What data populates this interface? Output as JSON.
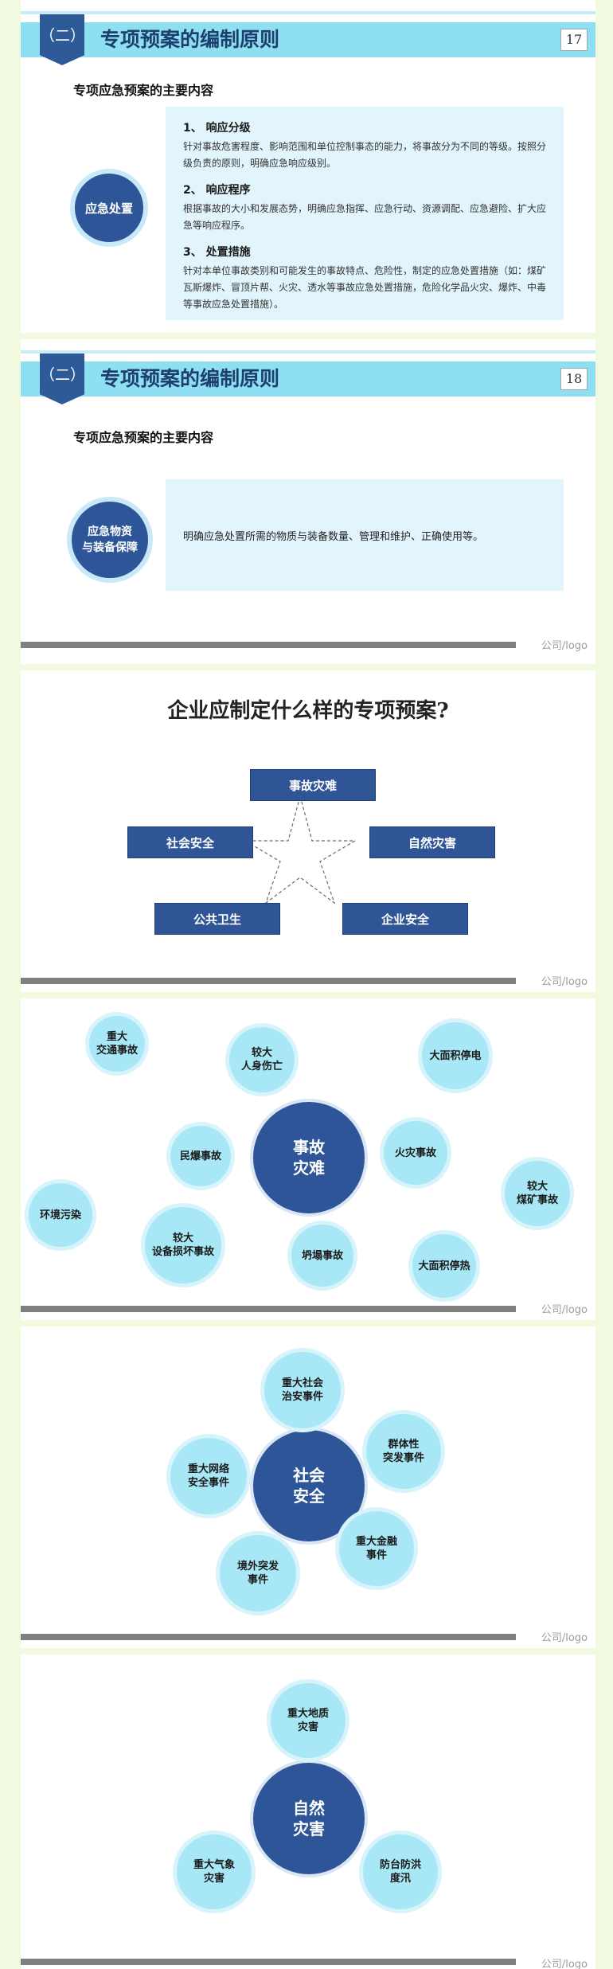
{
  "slide1": {
    "badge": "（二）",
    "title": "专项预案的编制原则",
    "page_number": "17",
    "subtitle": "专项应急预案的主要内容",
    "circle_label": "应急处置",
    "items": [
      {
        "heading": "1、 响应分级",
        "text": "针对事故危害程度、影响范围和单位控制事态的能力，将事故分为不同的等级。按照分级负责的原则，明确应急响应级别。"
      },
      {
        "heading": "2、 响应程序",
        "text": "根据事故的大小和发展态势，明确应急指挥、应急行动、资源调配、应急避险、扩大应急等响应程序。"
      },
      {
        "heading": "3、 处置措施",
        "text": "针对本单位事故类别和可能发生的事故特点、危险性，制定的应急处置措施（如：煤矿瓦斯爆炸、冒顶片帮、火灾、透水等事故应急处置措施，危险化学品火灾、爆炸、中毒等事故应急处置措施）。"
      }
    ]
  },
  "slide2": {
    "badge": "（二）",
    "title": "专项预案的编制原则",
    "page_number": "18",
    "subtitle": "专项应急预案的主要内容",
    "circle_label_1": "应急物资",
    "circle_label_2": "与装备保障",
    "text": "明确应急处置所需的物质与装备数量、管理和维护、正确使用等。",
    "logo": "公司/logo"
  },
  "slide3": {
    "title": "企业应制定什么样的专项预案?",
    "boxes": {
      "top": "事故灾难",
      "left": "社会安全",
      "right": "自然灾害",
      "bottom_left": "公共卫生",
      "bottom_right": "企业安全"
    },
    "logo": "公司/logo"
  },
  "slide4": {
    "center": "事故\n灾难",
    "bubbles": [
      "重大\n交通事故",
      "较大\n人身伤亡",
      "大面积停电",
      "民爆事故",
      "火灾事故",
      "较大\n煤矿事故",
      "环境污染",
      "较大\n设备损坏事故",
      "坍塌事故",
      "大面积停热"
    ],
    "logo": "公司/logo"
  },
  "slide5": {
    "center": "社会\n安全",
    "bubbles": [
      "重大社会\n治安事件",
      "群体性\n突发事件",
      "重大金融\n事件",
      "境外突发\n事件",
      "重大网络\n安全事件"
    ],
    "logo": "公司/logo"
  },
  "slide6": {
    "center": "自然\n灾害",
    "bubbles": [
      "重大地质\n灾害",
      "重大气象\n灾害",
      "防台防洪\n度汛"
    ],
    "logo": "公司/logo"
  }
}
